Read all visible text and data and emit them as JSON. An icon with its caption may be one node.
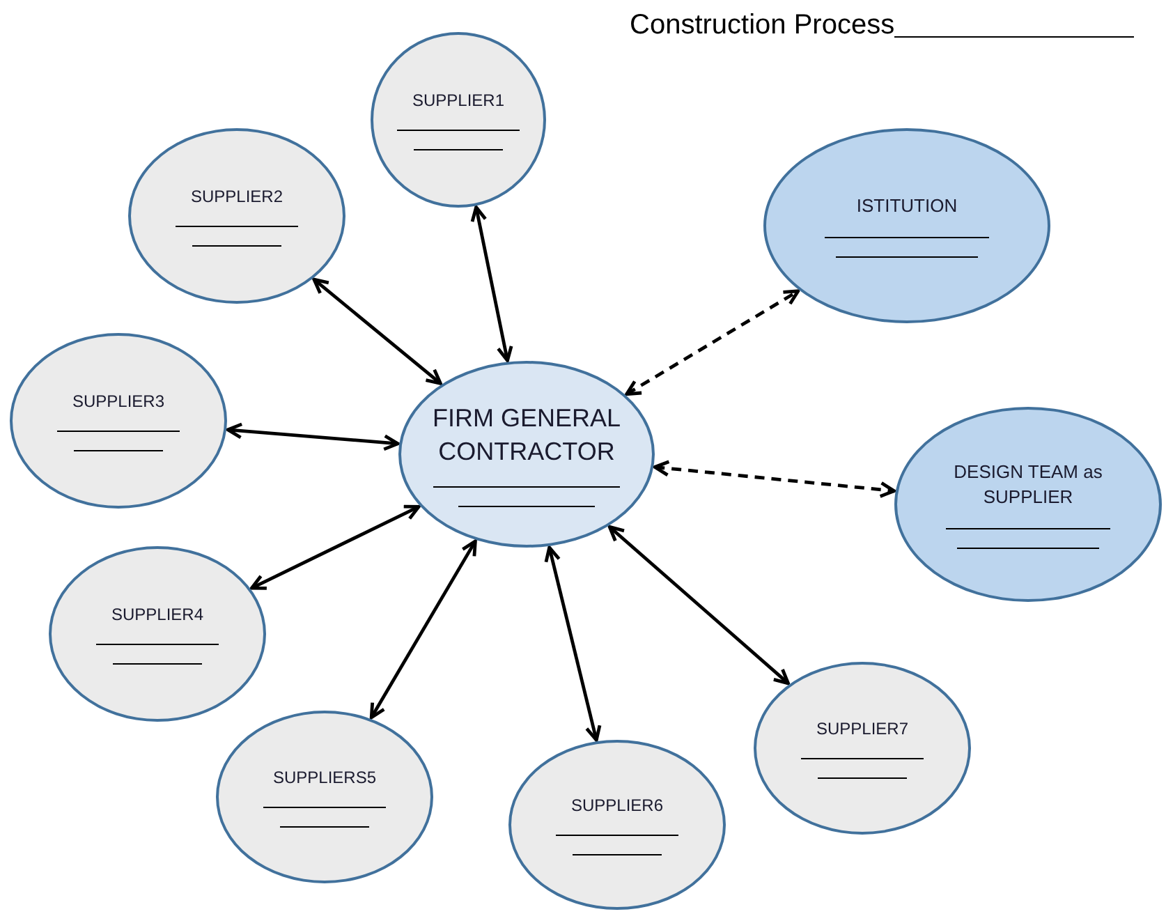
{
  "diagram": {
    "title": "Construction Process",
    "nodes": [
      {
        "text": [
          "FIRM GENERAL CONTRACTOR"
        ]
      },
      {
        "text": [
          "SUPPLIER1"
        ]
      },
      {
        "text": [
          "SUPPLIER2"
        ]
      },
      {
        "text": [
          "SUPPLIER3"
        ]
      },
      {
        "text": [
          "SUPPLIER4"
        ]
      },
      {
        "text": [
          "SUPPLIERS5"
        ]
      },
      {
        "text": [
          "SUPPLIER6"
        ]
      },
      {
        "text": [
          "SUPPLIER7"
        ]
      },
      {
        "text": [
          "ISTITUTION"
        ]
      },
      {
        "text": [
          "DESIGN TEAM as SUPPLIER"
        ]
      }
    ],
    "edges": [
      {
        "from": 0,
        "to": 1,
        "arrow": "both"
      },
      {
        "from": 0,
        "to": 2,
        "arrow": "both"
      },
      {
        "from": 0,
        "to": 3,
        "arrow": "both"
      },
      {
        "from": 0,
        "to": 4,
        "arrow": "both"
      },
      {
        "from": 0,
        "to": 5,
        "arrow": "both"
      },
      {
        "from": 0,
        "to": 6,
        "arrow": "both"
      },
      {
        "from": 0,
        "to": 7,
        "arrow": "both"
      },
      {
        "from": 0,
        "to": 8,
        "arrow": "both",
        "style": "dashed"
      },
      {
        "from": 0,
        "to": 9,
        "arrow": "both",
        "style": "dashed"
      }
    ]
  }
}
